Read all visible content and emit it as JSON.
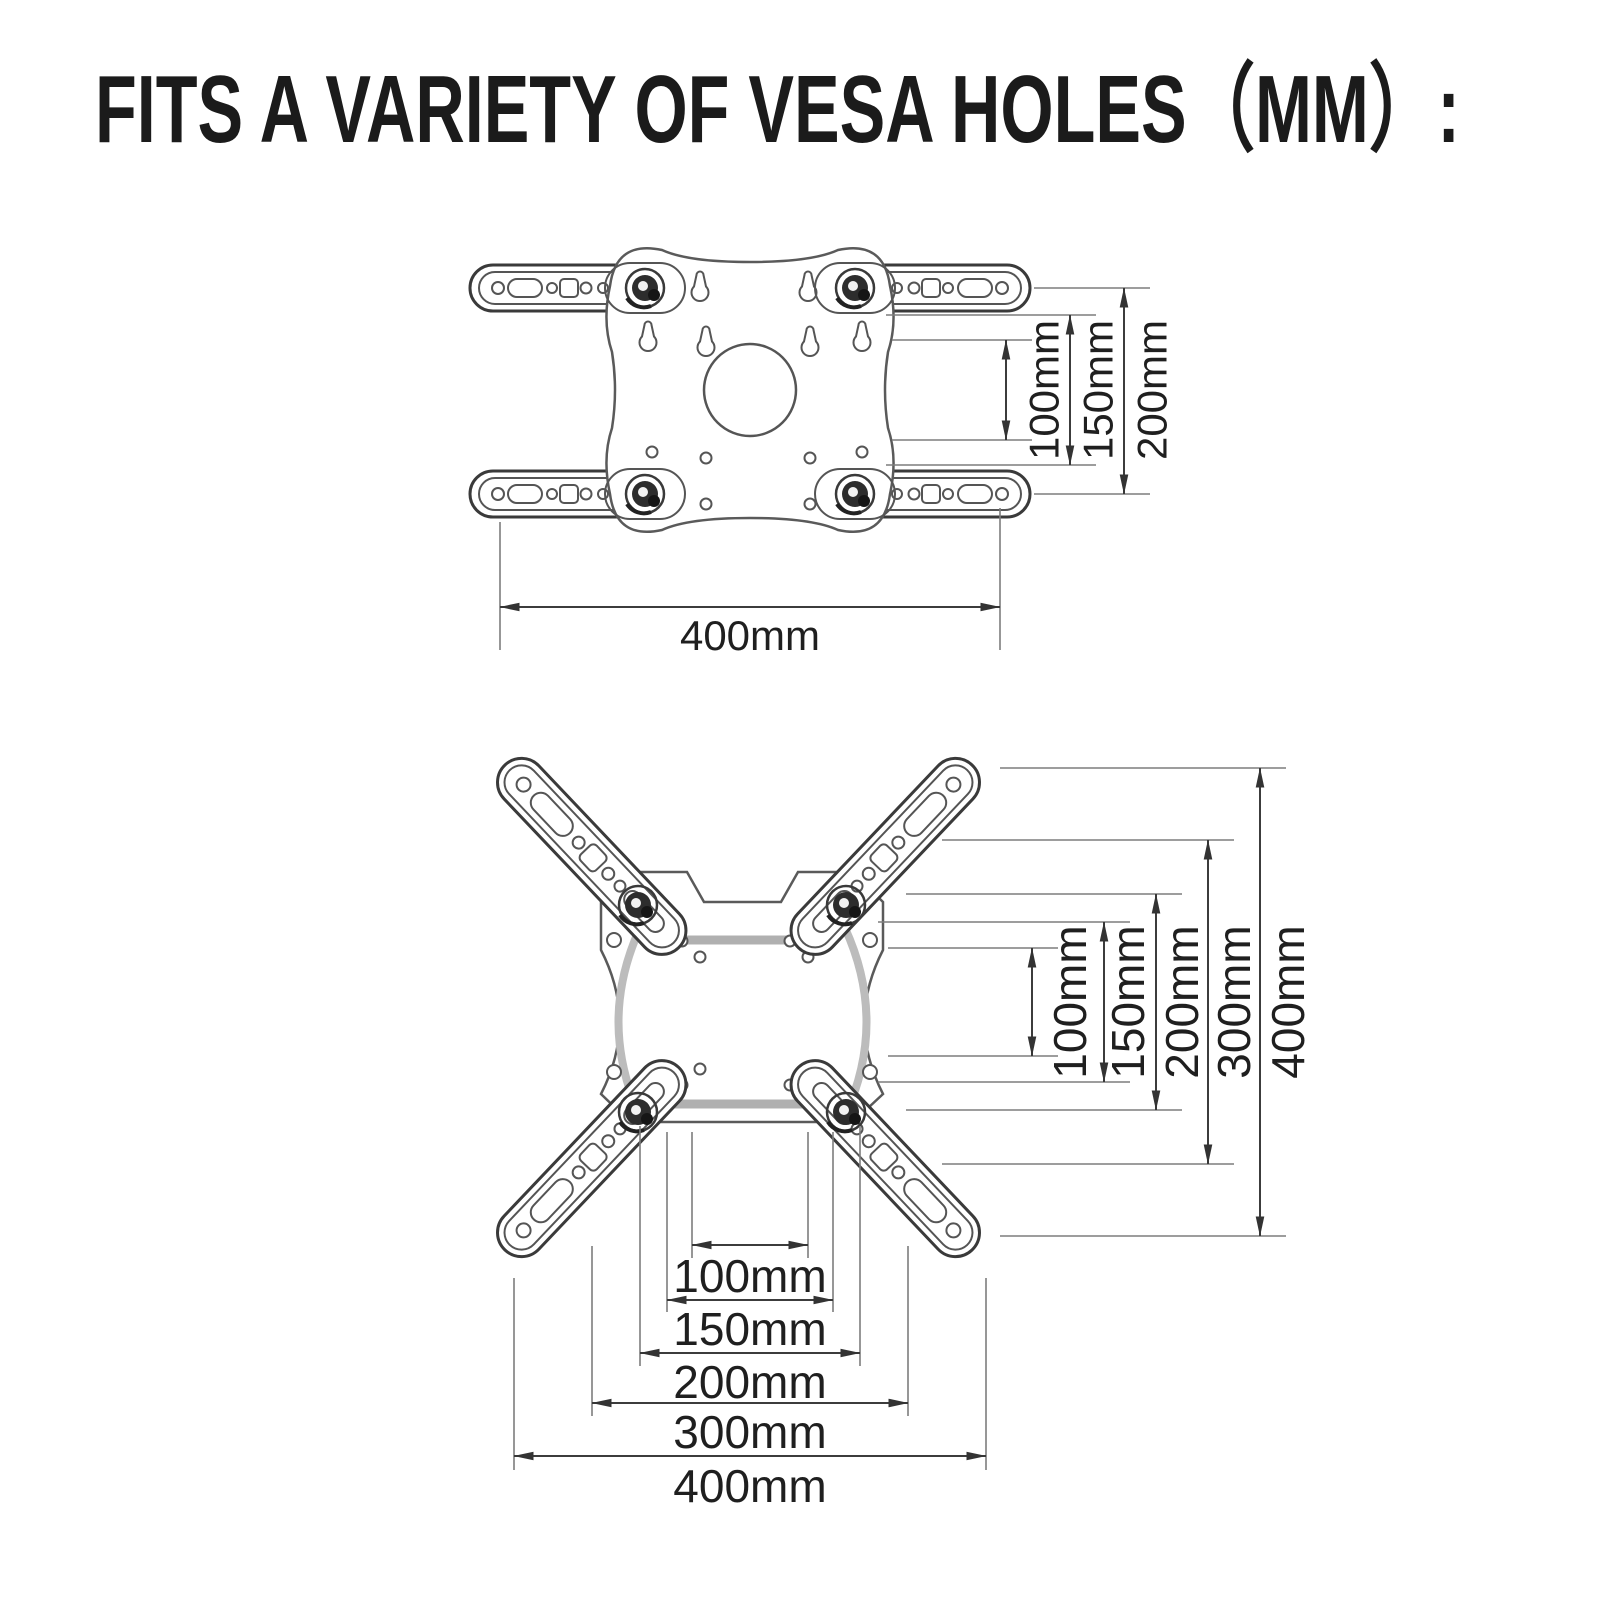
{
  "title": "FITS A VARIETY OF VESA HOLES（MM）:",
  "colors": {
    "background": "#ffffff",
    "line": "#3a3a3a",
    "dimension_line": "#3c3c3c",
    "label_text": "#1f1f1f",
    "gray_slot": "#b0b0b0",
    "pivot_dark": "#2d2d2d"
  },
  "top_view": {
    "vertical_dims": {
      "d100": "100mm",
      "d150": "150mm",
      "d200": "200mm"
    },
    "horizontal_dims": {
      "d400": "400mm"
    }
  },
  "bottom_view": {
    "vertical_dims": {
      "d100": "100mm",
      "d150": "150mm",
      "d200": "200mm",
      "d300": "300mm",
      "d400": "400mm"
    },
    "horizontal_dims": {
      "d100": "100mm",
      "d150": "150mm",
      "d200": "200mm",
      "d300": "300mm",
      "d400": "400mm"
    }
  }
}
